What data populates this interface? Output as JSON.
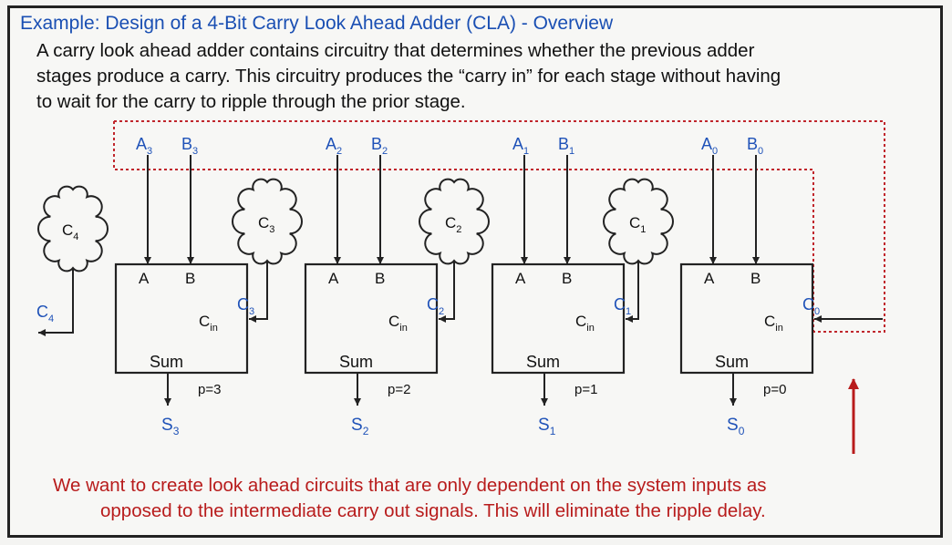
{
  "header": {
    "title": "Example: Design of a 4-Bit Carry Look Ahead Adder (CLA) - Overview",
    "intro_lines": [
      "A carry look ahead adder contains circuitry that determines whether the previous adder",
      "stages produce a carry.  This circuitry produces the “carry in” for each stage without having",
      "to wait for the carry to ripple through the prior stage."
    ]
  },
  "stages": [
    {
      "a": "A",
      "b": "B",
      "a_sub": "3",
      "b_sub": "3",
      "a_port": "A",
      "b_port": "B",
      "cin_main": "C",
      "cin_sub": "in",
      "sum": "Sum",
      "p": "p=3",
      "s": "S",
      "s_sub": "3",
      "carry_in": "C",
      "carry_in_sub": "3",
      "cloud": "C",
      "cloud_sub": "3"
    },
    {
      "a": "A",
      "b": "B",
      "a_sub": "2",
      "b_sub": "2",
      "a_port": "A",
      "b_port": "B",
      "cin_main": "C",
      "cin_sub": "in",
      "sum": "Sum",
      "p": "p=2",
      "s": "S",
      "s_sub": "2",
      "carry_in": "C",
      "carry_in_sub": "2",
      "cloud": "C",
      "cloud_sub": "2"
    },
    {
      "a": "A",
      "b": "B",
      "a_sub": "1",
      "b_sub": "1",
      "a_port": "A",
      "b_port": "B",
      "cin_main": "C",
      "cin_sub": "in",
      "sum": "Sum",
      "p": "p=1",
      "s": "S",
      "s_sub": "1",
      "carry_in": "C",
      "carry_in_sub": "1",
      "cloud": "C",
      "cloud_sub": "1"
    },
    {
      "a": "A",
      "b": "B",
      "a_sub": "0",
      "b_sub": "0",
      "a_port": "A",
      "b_port": "B",
      "cin_main": "C",
      "cin_sub": "in",
      "sum": "Sum",
      "p": "p=0",
      "s": "S",
      "s_sub": "0",
      "carry_in": "C",
      "carry_in_sub": "0",
      "cloud": "",
      "cloud_sub": ""
    }
  ],
  "carry_out": {
    "label": "C",
    "sub": "4",
    "cloud": "C",
    "cloud_sub": "4"
  },
  "footer": {
    "lines": [
      "We want to create look ahead circuits that are only dependent on the system inputs as",
      "opposed to the intermediate carry out signals.  This will eliminate the ripple delay."
    ]
  },
  "colors": {
    "title": "#1a4fb3",
    "label_blue": "#1f52b8",
    "dashed": "#c0262c",
    "note": "#b81c1c",
    "line": "#222222"
  }
}
